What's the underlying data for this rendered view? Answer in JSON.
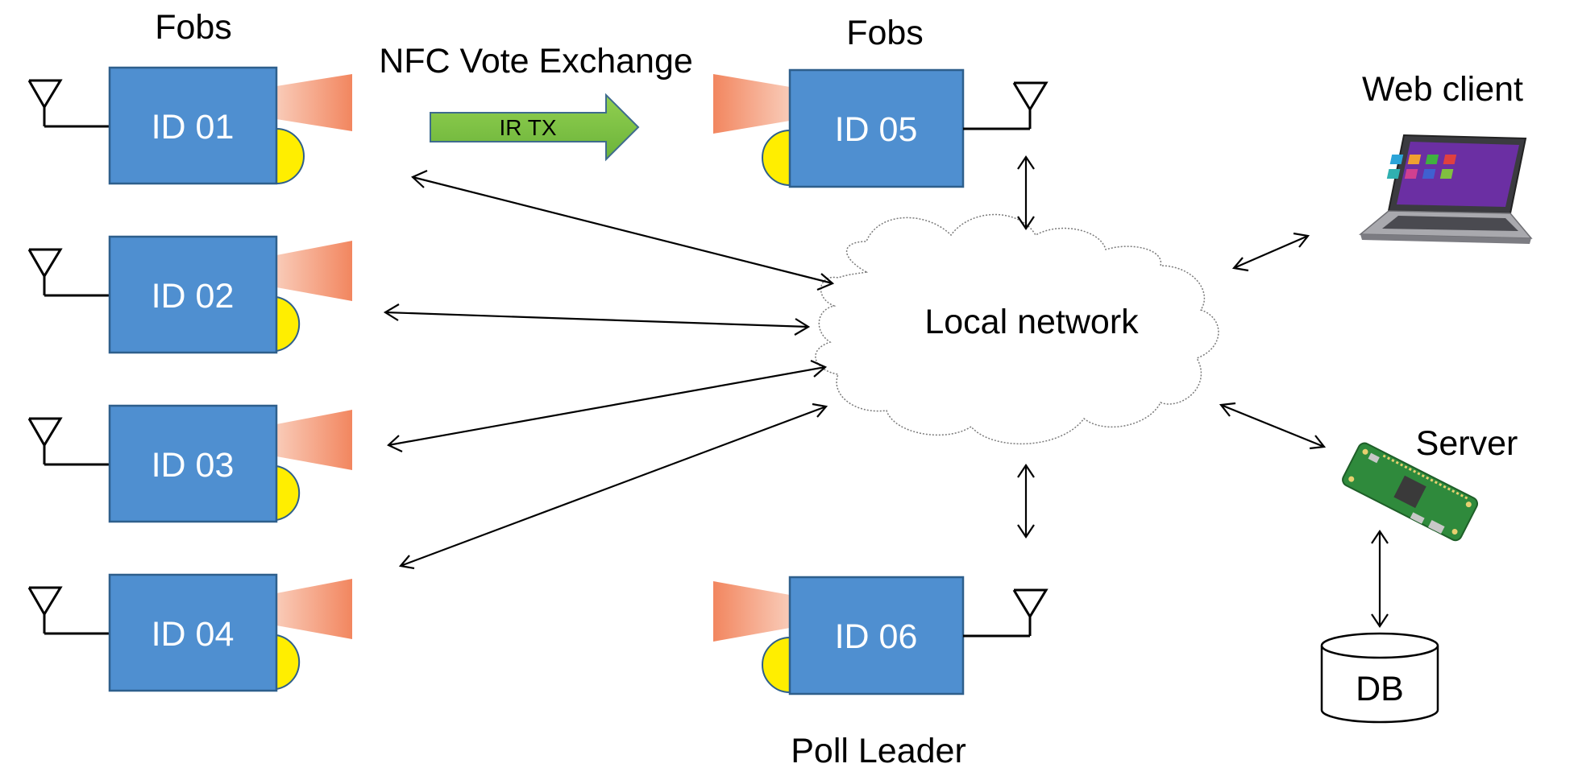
{
  "labels": {
    "fobs_left": "Fobs",
    "fobs_right": "Fobs",
    "nfc_vote_exchange": "NFC Vote Exchange",
    "ir_tx": "IR TX",
    "local_network": "Local network",
    "web_client": "Web client",
    "server": "Server",
    "db": "DB",
    "poll_leader": "Poll Leader"
  },
  "fobs": [
    {
      "id": "ID 01"
    },
    {
      "id": "ID 02"
    },
    {
      "id": "ID 03"
    },
    {
      "id": "ID 04"
    },
    {
      "id": "ID 05"
    },
    {
      "id": "ID 06"
    }
  ],
  "colors": {
    "fob_fill": "#4f8fd0",
    "fob_stroke": "#2e5f8c",
    "ir_emitter": "#f2916c",
    "button": "#ffee00",
    "ir_arrow": "#7cc242"
  }
}
